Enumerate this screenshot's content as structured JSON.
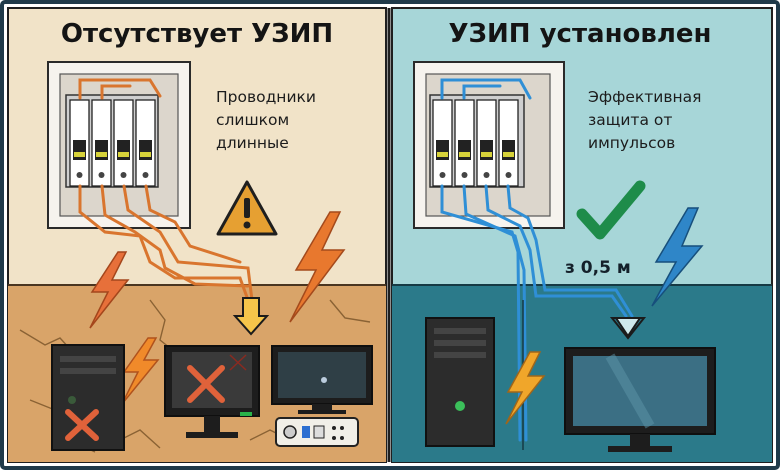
{
  "left_panel": {
    "title": "Отсутствует УЗИП",
    "note_lines": [
      "Проводники",
      "слишком",
      "длинные"
    ],
    "colors": {
      "background": "#f1e3c8",
      "ground": "#d9a469",
      "wire": "#d9752e",
      "cross": "#e0623a",
      "warning": "#e6a032"
    },
    "icons": [
      "warning-icon",
      "lightning-icon",
      "cross-icon",
      "arrow-down-icon"
    ]
  },
  "right_panel": {
    "title": "УЗИП установлен",
    "note_lines": [
      "Эффективная",
      "защита от",
      "импульсов"
    ],
    "distance_label": "з 0,5 м",
    "colors": {
      "background": "#a7d6d8",
      "ground": "#2b7a8a",
      "wire": "#2f8fd6",
      "check": "#1e8c4a",
      "lightning": "#2f86c8"
    },
    "icons": [
      "check-icon",
      "lightning-icon",
      "arrow-down-icon"
    ]
  }
}
